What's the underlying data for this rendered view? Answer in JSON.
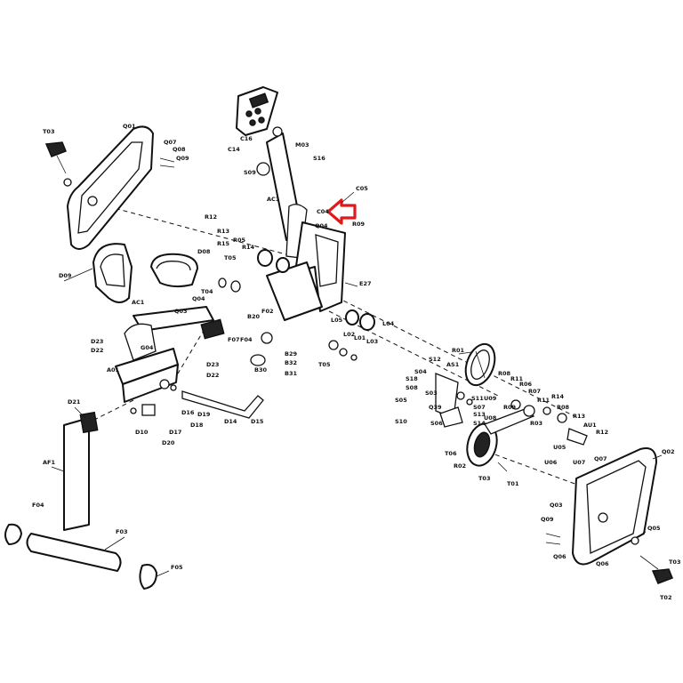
{
  "diagram": {
    "colors": {
      "line": "#111111",
      "background": "#ffffff",
      "highlight_arrow": "#e0191b"
    },
    "highlight": {
      "target_label": "C05",
      "icon": "left-arrow-icon"
    },
    "labels": {
      "T03_left": "T03",
      "Q01": "Q01",
      "Q07_left": "Q07",
      "Q08": "Q08",
      "Q09_left": "Q09",
      "D09": "D09",
      "D08": "D08",
      "T05_top": "T05",
      "T04": "T04",
      "Q04": "Q04",
      "AC1": "AC1",
      "Q03_left": "Q03",
      "D23_left": "D23",
      "D22_left": "D22",
      "G04": "G04",
      "A01": "A01",
      "D23": "D23",
      "D22": "D22",
      "D21": "D21",
      "AF1": "AF1",
      "F04": "F04",
      "F03": "F03",
      "F05": "F05",
      "D10": "D10",
      "D20": "D20",
      "D17": "D17",
      "D16": "D16",
      "D19": "D19",
      "D18": "D18",
      "D14": "D14",
      "D15": "D15",
      "F07": "F07",
      "F04_b": "F04",
      "B30": "B30",
      "B29": "B29",
      "B32": "B32",
      "B31": "B31",
      "B20": "B20",
      "F02": "F02",
      "E27": "E27",
      "R12": "R12",
      "R13": "R13",
      "R15": "R15",
      "R05": "R05",
      "R14": "R14",
      "C16": "C16",
      "C14": "C14",
      "S09": "S09",
      "M03": "M03",
      "S16": "S16",
      "AC1_top": "AC1",
      "C04": "C04",
      "Q04_top": "Q04",
      "C05": "C05",
      "R09": "R09",
      "L05": "L05",
      "L02": "L02",
      "L01": "L01",
      "L03": "L03",
      "L04": "L04",
      "T05_mid": "T05",
      "R01": "R01",
      "S12": "S12",
      "AS1": "AS1",
      "S04": "S04",
      "S18": "S18",
      "S08": "S08",
      "S03": "S03",
      "S05": "S05",
      "S10": "S10",
      "Q39": "Q39",
      "S11": "S11",
      "S07": "S07",
      "S13": "S13",
      "S14": "S14",
      "S06": "S06",
      "U08": "U08",
      "U09": "U09",
      "R08": "R08",
      "R11": "R11",
      "R07": "R07",
      "R06": "R06",
      "R03": "R03",
      "R09_r": "R09",
      "R14_r": "R14",
      "R08_r": "R08",
      "R13_r": "R13",
      "R11_r": "R11",
      "AU1": "AU1",
      "R12_r": "R12",
      "U05": "U05",
      "U06": "U06",
      "U07": "U07",
      "T06": "T06",
      "R02": "R02",
      "T03_mid": "T03",
      "T01": "T01",
      "Q07_r": "Q07",
      "Q02": "Q02",
      "Q03_r": "Q03",
      "Q09_r": "Q09",
      "Q05": "Q05",
      "Q06_a": "Q06",
      "Q06_b": "Q06",
      "T03_r": "T03",
      "T02": "T02"
    }
  }
}
